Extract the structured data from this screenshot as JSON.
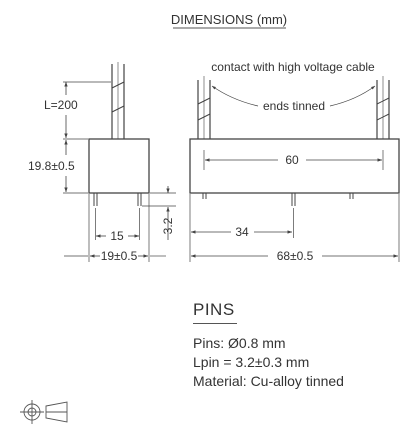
{
  "header": {
    "title": "DIMENSIONS (mm)"
  },
  "left_view": {
    "lead_length": "L=200",
    "body_height": "19.8±0.5",
    "pin_spacing": "15",
    "pin_length": "3.2",
    "body_width": "19±0.5"
  },
  "front_view": {
    "note_contact": "contact with high voltage cable",
    "note_ends": "ends tinned",
    "lead_spacing": "60",
    "pin_offset": "34",
    "body_length": "68±0.5"
  },
  "pins": {
    "title": "PINS",
    "lines": [
      "Pins: Ø0.8 mm",
      "Lpin = 3.2±0.3 mm",
      "Material: Cu-alloy tinned"
    ]
  },
  "projection_symbol": "first-angle-projection-icon"
}
